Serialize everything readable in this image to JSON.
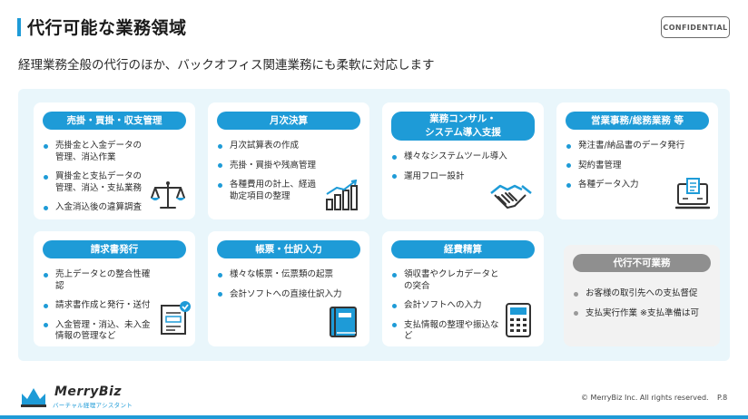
{
  "header": {
    "title": "代行可能な業務領域",
    "badge": "CONFIDENTIAL",
    "subtitle": "経理業務全般の代行のほか、バックオフィス関連業務にも柔軟に対応します"
  },
  "cards": [
    {
      "title": "売掛・買掛・収支管理",
      "items": [
        "売掛金と入金データの管理、消込作業",
        "買掛金と支払データの管理、消込・支払業務",
        "入金消込後の違算調査"
      ],
      "icon": "scales-icon"
    },
    {
      "title": "月次決算",
      "items": [
        "月次試算表の作成",
        "売掛・買掛や残高管理",
        "各種費用の計上、経過勘定項目の整理"
      ],
      "icon": "bar-chart-icon"
    },
    {
      "title": "業務コンサル・\nシステム導入支援",
      "items": [
        "様々なシステムツール導入",
        "運用フロー設計"
      ],
      "icon": "handshake-icon"
    },
    {
      "title": "営業事務/総務業務 等",
      "items": [
        "発注書/納品書のデータ発行",
        "契約書管理",
        "各種データ入力"
      ],
      "icon": "computer-icon"
    },
    {
      "title": "請求書発行",
      "items": [
        "売上データとの整合性確認",
        "請求書作成と発行・送付",
        "入金管理・消込、未入金情報の管理など"
      ],
      "icon": "invoice-icon"
    },
    {
      "title": "帳票・仕訳入力",
      "items": [
        "様々な帳票・伝票類の起票",
        "会計ソフトへの直接仕訳入力"
      ],
      "icon": "ledger-book-icon"
    },
    {
      "title": "経費精算",
      "items": [
        "領収書やクレカデータとの突合",
        "会計ソフトへの入力",
        "支払情報の整理や振込など"
      ],
      "icon": "calculator-icon"
    }
  ],
  "not_available": {
    "title": "代行不可業務",
    "items": [
      "お客様の取引先への支払督促",
      "支払実行作業 ※支払準備は可"
    ]
  },
  "footer": {
    "logo": "MerryBiz",
    "logo_sub": "バーチャル経理アシスタント",
    "copyright": "© MerryBiz Inc. All rights reserved.",
    "page": "P.8"
  },
  "colors": {
    "accent": "#1e9bd7",
    "panel": "#e9f6fb",
    "gray_pill": "#8f8f8f"
  }
}
